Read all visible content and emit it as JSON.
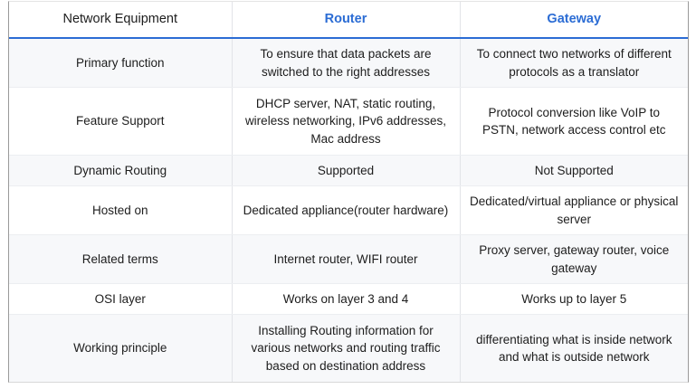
{
  "table": {
    "columns": [
      {
        "key": "label",
        "header": "Network Equipment",
        "accent": false
      },
      {
        "key": "router",
        "header": "Router",
        "accent": true
      },
      {
        "key": "gateway",
        "header": "Gateway",
        "accent": true
      }
    ],
    "accent_color": "#2b6cd4",
    "text_color": "#1d1d1d",
    "stripe_color": "#f7f8fa",
    "grid_color": "#eceef1",
    "rows": [
      {
        "label": "Primary function",
        "router": "To ensure that data packets are switched to the right addresses",
        "gateway": "To connect two networks of different protocols as a translator"
      },
      {
        "label": "Feature Support",
        "router": "DHCP server, NAT, static routing, wireless networking, IPv6 addresses, Mac address",
        "gateway": "Protocol conversion like VoIP to PSTN, network access control etc"
      },
      {
        "label": "Dynamic Routing",
        "router": "Supported",
        "gateway": "Not Supported"
      },
      {
        "label": "Hosted on",
        "router": "Dedicated appliance(router hardware)",
        "gateway": "Dedicated/virtual appliance or physical server"
      },
      {
        "label": "Related terms",
        "router": "Internet router, WIFI router",
        "gateway": "Proxy server, gateway router, voice gateway"
      },
      {
        "label": "OSI layer",
        "router": "Works on layer 3 and 4",
        "gateway": "Works up to layer 5"
      },
      {
        "label": "Working principle",
        "router": "Installing Routing information for various networks and routing traffic based on destination address",
        "gateway": "differentiating what is inside network and what is outside network"
      }
    ]
  }
}
